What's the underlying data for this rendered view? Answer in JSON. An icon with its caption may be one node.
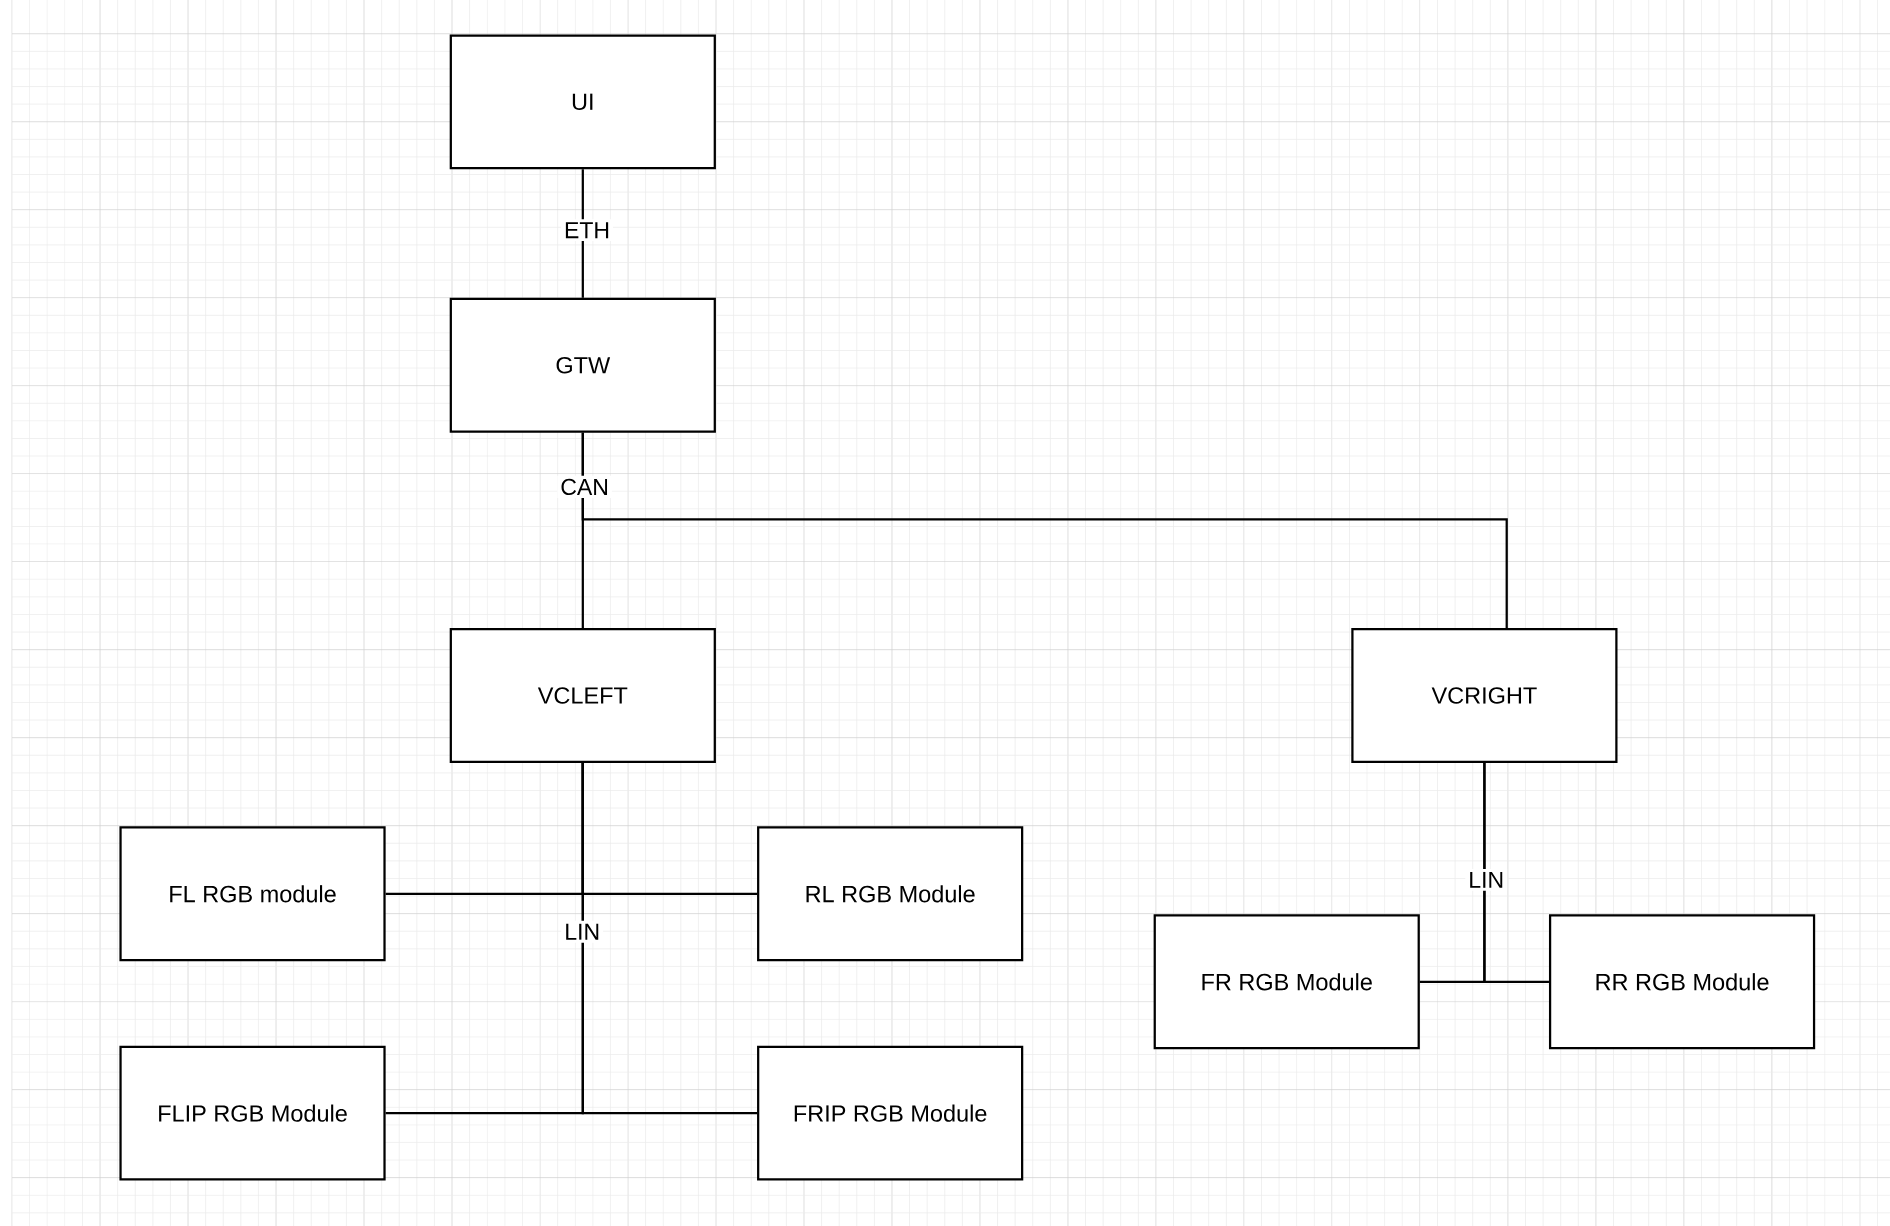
{
  "diagram": {
    "nodes": [
      {
        "text": [
          "UI"
        ]
      },
      {
        "text": [
          "GTW"
        ]
      },
      {
        "text": [
          "VCLEFT"
        ]
      },
      {
        "text": [
          "VCRIGHT"
        ]
      },
      {
        "text": [
          "FL RGB module"
        ]
      },
      {
        "text": [
          "RL RGB Module"
        ]
      },
      {
        "text": [
          "FR RGB Module"
        ]
      },
      {
        "text": [
          "RR RGB Module"
        ]
      },
      {
        "text": [
          "FLIP RGB Module"
        ]
      },
      {
        "text": [
          "FRIP RGB Module"
        ]
      }
    ],
    "edges": [
      {
        "from": 0,
        "to": 1,
        "arrow": "none",
        "label": "ETH"
      },
      {
        "from": 1,
        "to": 2,
        "arrow": "none",
        "label": "CAN"
      },
      {
        "from": 1,
        "to": 3,
        "arrow": "none"
      },
      {
        "from": 2,
        "to": 4,
        "arrow": "none",
        "label": "LIN"
      },
      {
        "from": 2,
        "to": 5,
        "arrow": "none"
      },
      {
        "from": 2,
        "to": 8,
        "arrow": "none"
      },
      {
        "from": 2,
        "to": 9,
        "arrow": "none"
      },
      {
        "from": 3,
        "to": 6,
        "arrow": "none",
        "label": "LIN"
      },
      {
        "from": 3,
        "to": 7,
        "arrow": "none"
      }
    ]
  }
}
